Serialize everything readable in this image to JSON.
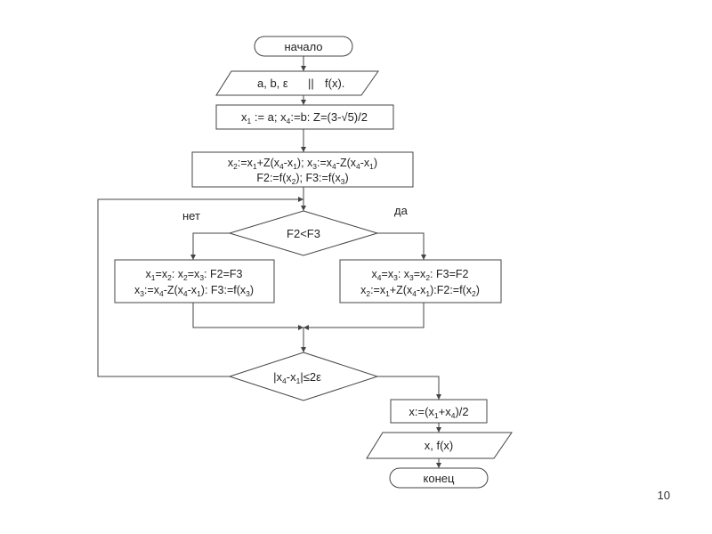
{
  "flowchart": {
    "start": "начало",
    "input": [
      "a, b, ε",
      "||",
      "f(x)."
    ],
    "init": [
      [
        "x",
        "1",
        " := a;  x",
        "4",
        ":=b: Z=(3-√5)/2"
      ]
    ],
    "compute": [
      [
        "x",
        "2",
        ":=x",
        "1",
        "+Z(x",
        "4",
        "-x",
        "1",
        "); x",
        "3",
        ":=x",
        "4",
        "-Z(x",
        "4",
        "-x",
        "1",
        ")"
      ],
      [
        "F2:=f(x",
        "2",
        "); F3:=f(x",
        "3",
        ")"
      ]
    ],
    "decision1": "F2<F3",
    "label_no": "нет",
    "label_yes": "да",
    "no_branch": [
      [
        "x",
        "1",
        "=x",
        "2",
        ": x",
        "2",
        "=x",
        "3",
        ": F2=F3"
      ],
      [
        "x",
        "3",
        ":=x",
        "4",
        "-Z(x",
        "4",
        "-x",
        "1",
        "):  F3:=f(x",
        "3",
        ")"
      ]
    ],
    "yes_branch": [
      [
        "x",
        "4",
        "=x",
        "3",
        ": x",
        "3",
        "=x",
        "2",
        ": F3=F2"
      ],
      [
        "x",
        "2",
        ":=x",
        "1",
        "+Z(x",
        "4",
        "-x",
        "1",
        "):F2:=f(x",
        "2",
        ")"
      ]
    ],
    "decision2": [
      [
        "|x",
        "4",
        "-x",
        "1",
        "|≤2ε"
      ]
    ],
    "result": [
      [
        "x:=(x",
        "1",
        "+x",
        "4",
        ")/2"
      ]
    ],
    "output": "x, f(x)",
    "end": "конец"
  },
  "page_number": "10"
}
